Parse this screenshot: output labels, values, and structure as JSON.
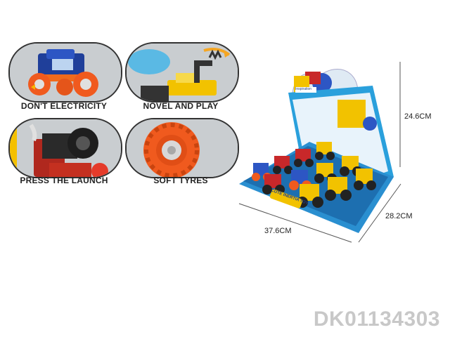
{
  "features": [
    {
      "caption": "DON'T  ELECTRICITY",
      "icon": "monster-truck-icon"
    },
    {
      "caption": "NOVEL AND PLAY",
      "icon": "excavator-arm-icon"
    },
    {
      "caption": "PRESS THE LAUNCH",
      "icon": "launch-button-icon"
    },
    {
      "caption": "SOFT TYRES",
      "icon": "tyre-icon"
    }
  ],
  "package": {
    "brand": "CUTE INERTIA TOY",
    "tag": "Inspiration"
  },
  "dimensions": {
    "height": "24.6CM",
    "depth": "28.2CM",
    "width": "37.6CM"
  },
  "product_code": "DK01134303",
  "colors": {
    "box_blue": "#2aa0dc",
    "accent_orange": "#f05a1e",
    "code_gray": "#c8c8c8"
  }
}
